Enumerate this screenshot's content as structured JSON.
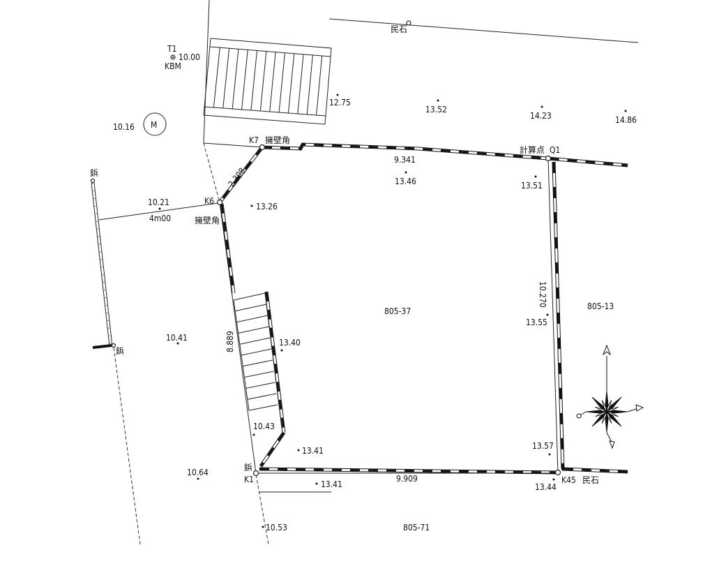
{
  "title": "Survey plot drawing",
  "points": {
    "t1": "T1",
    "t1_value": "10.00",
    "kbm": "KBM",
    "manhole": "M",
    "manhole_value": "10.16",
    "e1": "12.75",
    "e2": "13.52",
    "e3": "14.23",
    "e4": "14.86",
    "e5": "13.46",
    "e6": "13.51",
    "e7": "13.26",
    "e8": "10.21",
    "e9": "10.41",
    "e10": "13.40",
    "e11": "13.55",
    "e12": "10.43",
    "e13": "13.41",
    "e14": "13.57",
    "e15": "10.64",
    "e16": "13.41",
    "e17": "13.44",
    "e18": "10.53"
  },
  "stations": {
    "k7": "K7",
    "k6": "K6",
    "k1": "K1",
    "k45": "K45",
    "q1": "Q1",
    "retaining_corner": "擁壁角",
    "calc_point": "計算点",
    "stone": "民石",
    "tack": "鋲"
  },
  "distances": {
    "k7_k6": "2.308",
    "k7_q1": "9.341",
    "q1_k45": "10.270",
    "k1_k45": "9.909",
    "k6_k1": "8.889",
    "road_width": "4m00"
  },
  "parcels": {
    "main": "805-37",
    "east": "805-13",
    "south": "805-71"
  }
}
